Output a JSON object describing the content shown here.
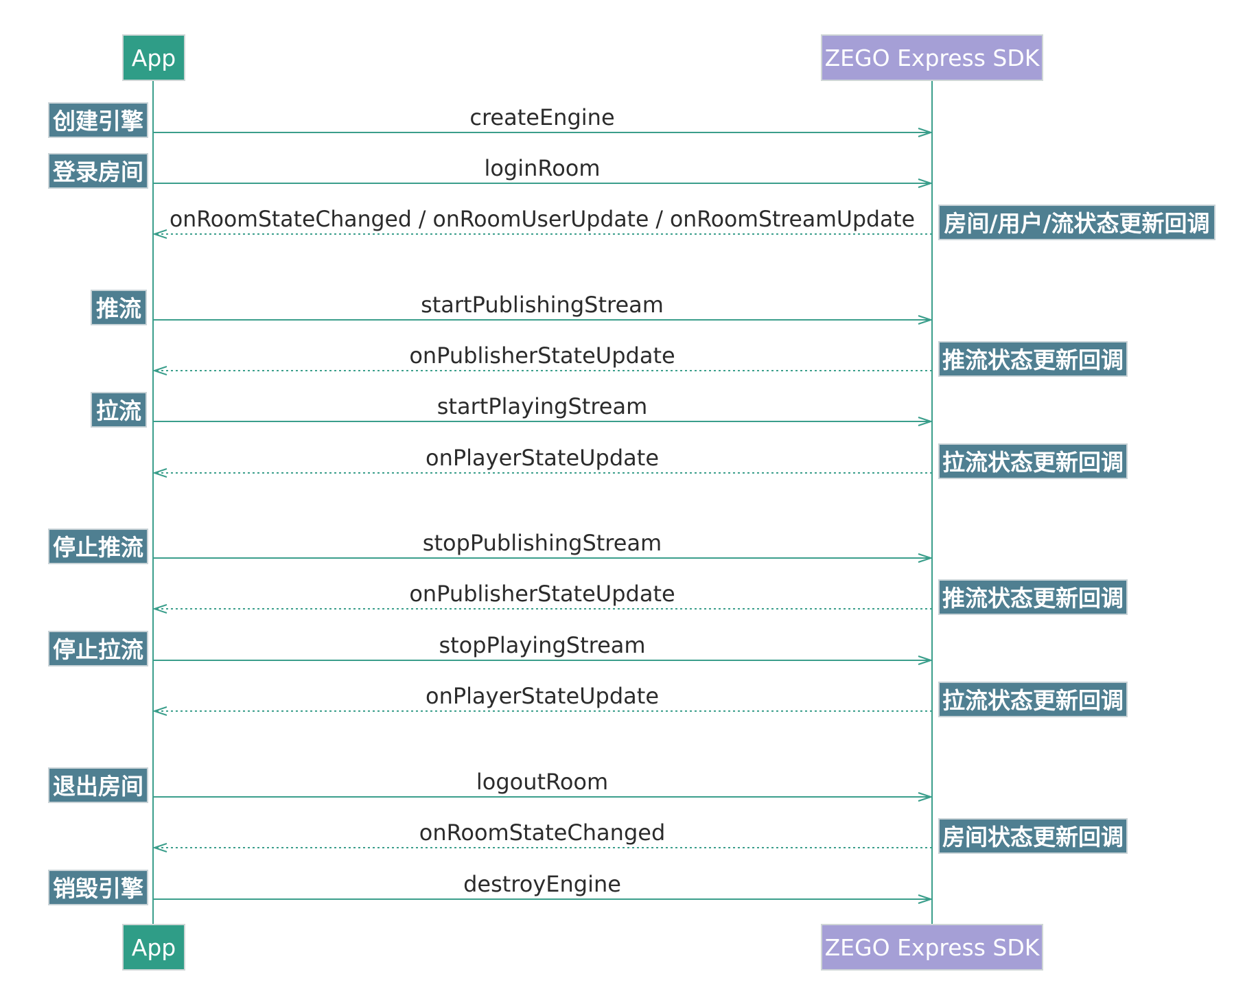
{
  "colors": {
    "app_actor": "#2f9d87",
    "sdk_actor": "#a59fd6",
    "lifeline": "#3a9e8b",
    "tag": "#4f7f91",
    "label_text": "#2b2b2b"
  },
  "participants": {
    "app": "App",
    "sdk": "ZEGO Express SDK"
  },
  "steps": [
    {
      "kind": "call",
      "label": "createEngine",
      "left_tag": "创建引擎",
      "right_tag": null
    },
    {
      "kind": "call",
      "label": "loginRoom",
      "left_tag": "登录房间",
      "right_tag": null
    },
    {
      "kind": "reply",
      "label": "onRoomStateChanged / onRoomUserUpdate / onRoomStreamUpdate",
      "left_tag": null,
      "right_tag": "房间/用户/流状态更新回调"
    },
    {
      "kind": "call",
      "label": "startPublishingStream",
      "left_tag": "推流",
      "right_tag": null
    },
    {
      "kind": "reply",
      "label": "onPublisherStateUpdate",
      "left_tag": null,
      "right_tag": "推流状态更新回调"
    },
    {
      "kind": "call",
      "label": "startPlayingStream",
      "left_tag": "拉流",
      "right_tag": null
    },
    {
      "kind": "reply",
      "label": "onPlayerStateUpdate",
      "left_tag": null,
      "right_tag": "拉流状态更新回调"
    },
    {
      "kind": "call",
      "label": "stopPublishingStream",
      "left_tag": "停止推流",
      "right_tag": null
    },
    {
      "kind": "reply",
      "label": "onPublisherStateUpdate",
      "left_tag": null,
      "right_tag": "推流状态更新回调"
    },
    {
      "kind": "call",
      "label": "stopPlayingStream",
      "left_tag": "停止拉流",
      "right_tag": null
    },
    {
      "kind": "reply",
      "label": "onPlayerStateUpdate",
      "left_tag": null,
      "right_tag": "拉流状态更新回调"
    },
    {
      "kind": "call",
      "label": "logoutRoom",
      "left_tag": "退出房间",
      "right_tag": null
    },
    {
      "kind": "reply",
      "label": "onRoomStateChanged",
      "left_tag": null,
      "right_tag": "房间状态更新回调"
    },
    {
      "kind": "call",
      "label": "destroyEngine",
      "left_tag": "销毁引擎",
      "right_tag": null
    }
  ]
}
